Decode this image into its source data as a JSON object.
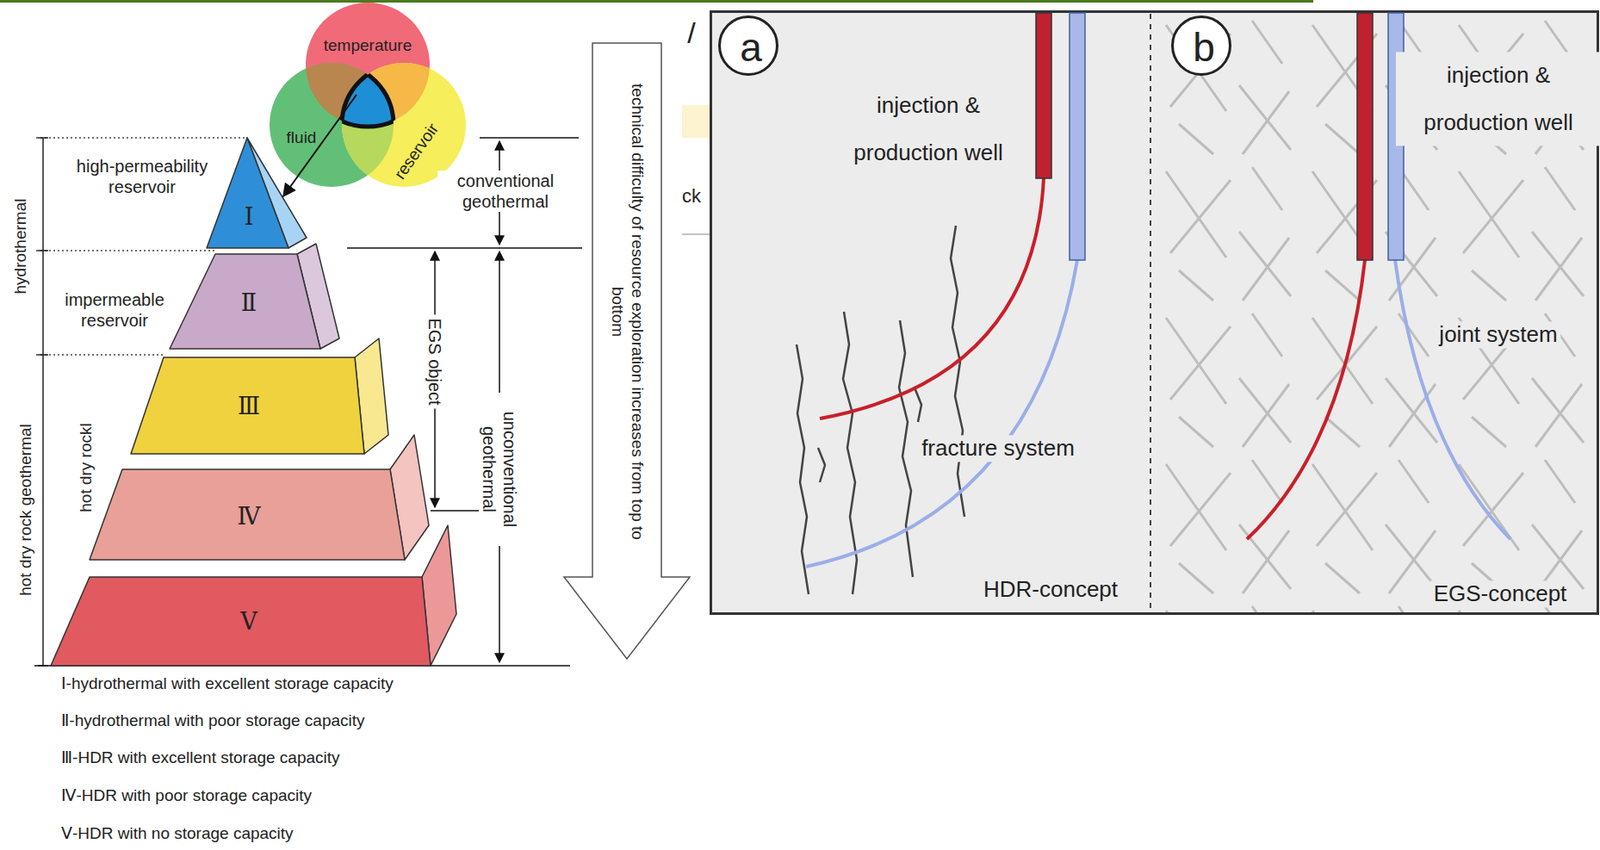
{
  "diagram": {
    "nodes": [
      {
        "text": [
          "temperature"
        ]
      },
      {
        "text": [
          "fluid"
        ]
      },
      {
        "text": [
          "reservoir"
        ]
      },
      {
        "text": [
          "Ⅰ"
        ]
      },
      {
        "text": [
          "Ⅱ"
        ]
      },
      {
        "text": [
          "Ⅲ"
        ]
      },
      {
        "text": [
          "Ⅳ"
        ]
      },
      {
        "text": [
          "Ⅴ"
        ]
      },
      {
        "text": [
          "injection & production well",
          "fracture system",
          "HDR-concept"
        ]
      },
      {
        "text": [
          "a"
        ],
        "in": 8
      },
      {
        "text": [
          "injection & production well",
          "joint system",
          "EGS-concept"
        ]
      },
      {
        "text": [
          "b"
        ],
        "in": 10
      }
    ],
    "labels": [
      "/",
      "ck",
      "high-permeability reservoir",
      "hydrothermal",
      "impermeable reservoir",
      "hot dry rockl",
      "hot dry rock geothermal",
      "conventional geothermal",
      "EGS object",
      "unconventional geothermal",
      "technical difficulty of resource exploration increases from top to bottom",
      "Ⅰ-hydrothermal with excellent storage capacity",
      "Ⅱ-hydrothermal with poor storage capacity",
      "Ⅲ-HDR with excellent storage capacity",
      "Ⅳ-HDR with poor storage capacity",
      "Ⅴ-HDR with no storage capacity"
    ]
  }
}
